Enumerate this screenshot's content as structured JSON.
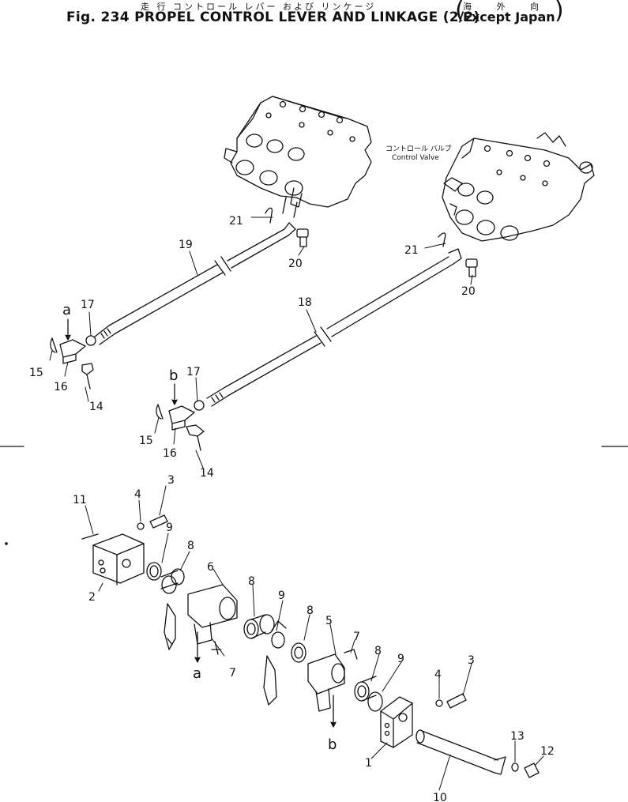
{
  "header": {
    "jp_title": "走 行 コントロール レバー および リンケージ",
    "jp_region": "海 外 向",
    "title": "Fig. 234 PROPEL CONTROL LEVER AND LINKAGE (2/2)",
    "region": "Except Japan"
  },
  "control_valve": {
    "jp": "コントロール バルブ",
    "en": "Control Valve"
  },
  "callouts": {
    "c1": "1",
    "c2": "2",
    "c3a": "3",
    "c3b": "3",
    "c4a": "4",
    "c4b": "4",
    "c5": "5",
    "c6": "6",
    "c7a": "7",
    "c7b": "7",
    "c8a": "8",
    "c8b": "8",
    "c8c": "8",
    "c8d": "8",
    "c9a": "9",
    "c9b": "9",
    "c9c": "9",
    "c10": "10",
    "c11": "11",
    "c12": "12",
    "c13": "13",
    "c14a": "14",
    "c14b": "14",
    "c15a": "15",
    "c15b": "15",
    "c16a": "16",
    "c16b": "16",
    "c17a": "17",
    "c17b": "17",
    "c18": "18",
    "c19": "19",
    "c20a": "20",
    "c20b": "20",
    "c21a": "21",
    "c21b": "21",
    "a_top": "a",
    "a_bottom": "a",
    "b_top": "b",
    "b_bottom": "b"
  }
}
